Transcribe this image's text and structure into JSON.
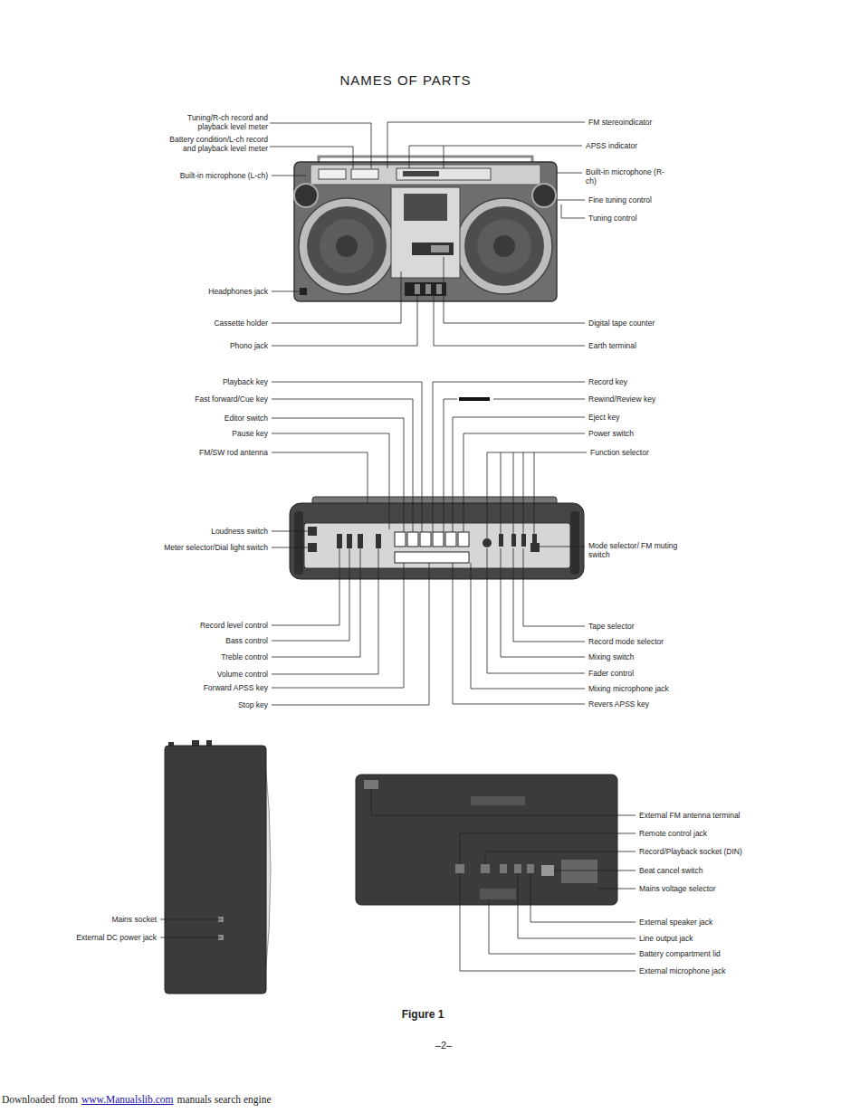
{
  "diagram": {
    "title": "NAMES OF PARTS",
    "caption": "Figure 1",
    "labels": [
      "Tuning/R-ch record and playback level meter",
      "Battery condition/L-ch record and playback level meter",
      "Built-in microphone (L-ch)",
      "Headphones jack",
      "Cassette holder",
      "Phono jack",
      "FM stereoindicator",
      "APSS indicator",
      "Built-in microphone (R-ch)",
      "Fine tuning control",
      "Tuning control",
      "Digital tape counter",
      "Earth terminal",
      "Playback key",
      "Fast forward/Cue key",
      "Editor switch",
      "Pause key",
      "FM/SW rod antenna",
      "Loudness switch",
      "Meter selector/Dial light switch",
      "Record level control",
      "Bass control",
      "Treble control",
      "Volume control",
      "Forward APSS key",
      "Stop key",
      "Record key",
      "Rewind/Review key",
      "Eject key",
      "Power switch",
      "Function selector",
      "Mode selector/ FM muting switch",
      "Tape selector",
      "Record mode selector",
      "Mixing switch",
      "Fader control",
      "Mixing microphone jack",
      "Revers APSS key",
      "Mains socket",
      "External DC power jack",
      "External FM antenna terminal",
      "Remote control jack",
      "Record/Playback socket (DIN)",
      "Beat cancel switch",
      "Mains voltage selector",
      "External speaker jack",
      "Line output jack",
      "Battery compartment lid",
      "External microphone jack",
      "–2–",
      "Downloaded from",
      "www.Manualslib.com",
      "manuals search engine"
    ]
  }
}
